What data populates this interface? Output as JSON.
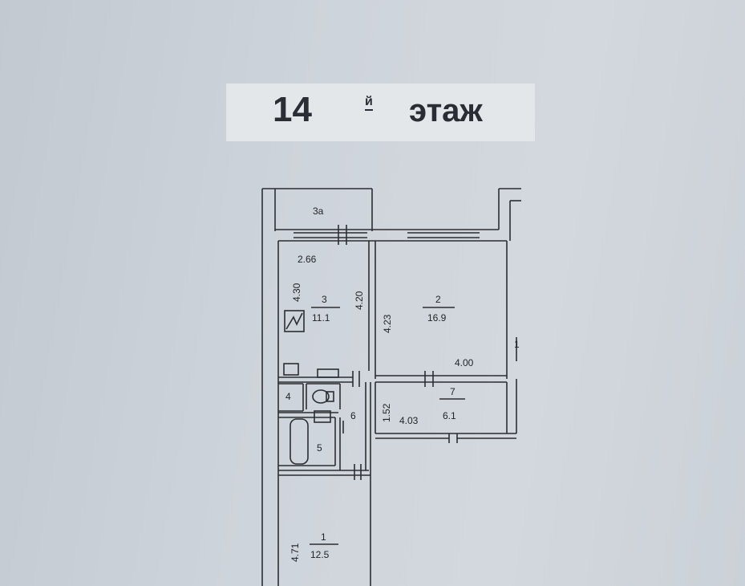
{
  "header": {
    "floor_number": "14",
    "floor_suffix": "й",
    "floor_word": "этаж"
  },
  "rooms": [
    {
      "number": "3а",
      "area": ""
    },
    {
      "number": "3",
      "area": "11.1"
    },
    {
      "number": "2",
      "area": "16.9"
    },
    {
      "number": "7",
      "area": "6.1"
    },
    {
      "number": "4",
      "area": ""
    },
    {
      "number": "5",
      "area": ""
    },
    {
      "number": "6",
      "area": ""
    },
    {
      "number": "1",
      "area": "12.5"
    }
  ],
  "dimensions": {
    "kitchen_width": "2.66",
    "kitchen_length_left": "4.30",
    "kitchen_length_right": "4.20",
    "room2_length": "4.23",
    "room2_width": "4.00",
    "hall_width": "1.52",
    "hall_length": "4.03",
    "room1_length": "4.71",
    "edge_mark": "1"
  },
  "colors": {
    "line": "#2b2e33",
    "paper": "#ced4db"
  }
}
